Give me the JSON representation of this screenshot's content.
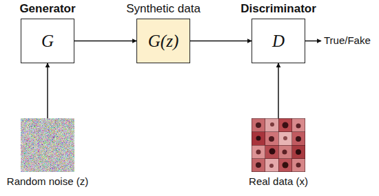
{
  "diagram": {
    "nodes": [
      {
        "text": [
          "Generator",
          "G"
        ]
      },
      {
        "text": [
          "Synthetic data",
          "G(z)"
        ]
      },
      {
        "text": [
          "Discriminator",
          "D"
        ]
      },
      {
        "text": [
          "Random noise (z)"
        ]
      },
      {
        "text": [
          "Real data (x)"
        ]
      }
    ],
    "edges": [
      {
        "from": 0,
        "to": 1,
        "arrow": "to"
      },
      {
        "from": 1,
        "to": 2,
        "arrow": "to"
      },
      {
        "from": 3,
        "to": 0,
        "arrow": "to"
      },
      {
        "from": 4,
        "to": 2,
        "arrow": "to"
      }
    ],
    "labels": [
      "True/Fake"
    ]
  }
}
